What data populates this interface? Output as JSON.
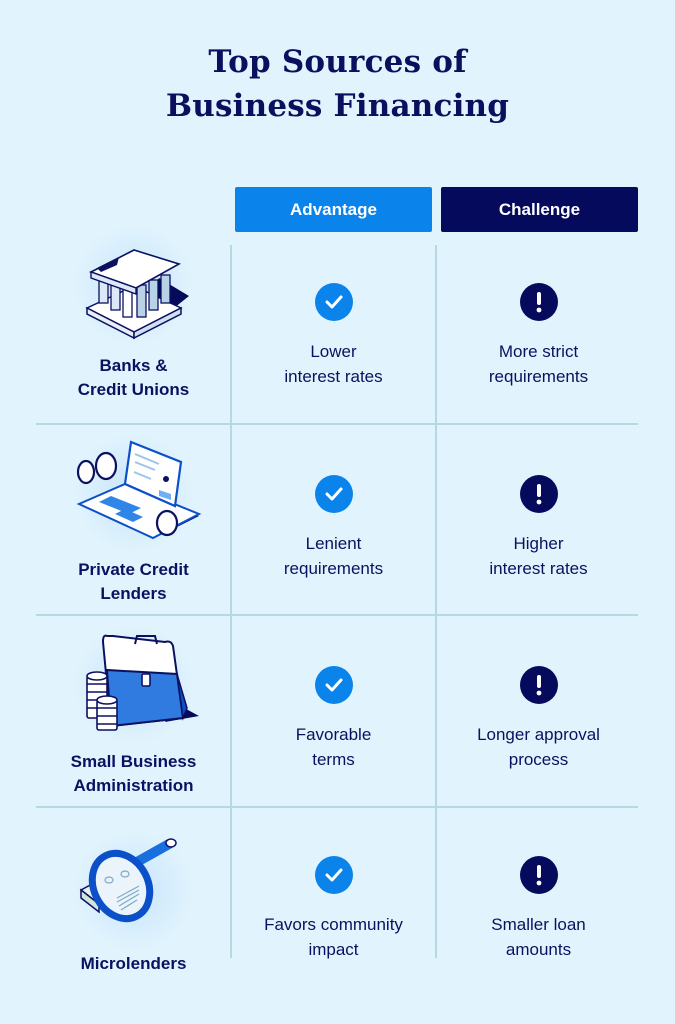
{
  "title": {
    "line1": "Top Sources of",
    "line2": "Business Financing"
  },
  "columns": {
    "advantage": "Advantage",
    "challenge": "Challenge"
  },
  "colors": {
    "background": "#E1F4FD",
    "advantage": "#0A84EA",
    "challenge": "#050A5C",
    "text": "#0B1160",
    "gridline": "#B6D8E4"
  },
  "rows": [
    {
      "icon": "bank-building-icon",
      "label_line1": "Banks &",
      "label_line2": "Credit Unions",
      "advantage_line1": "Lower",
      "advantage_line2": "interest rates",
      "challenge_line1": "More strict",
      "challenge_line2": "requirements"
    },
    {
      "icon": "laptop-coins-icon",
      "label_line1": "Private Credit",
      "label_line2": "Lenders",
      "advantage_line1": "Lenient",
      "advantage_line2": "requirements",
      "challenge_line1": "Higher",
      "challenge_line2": "interest rates"
    },
    {
      "icon": "briefcase-coins-icon",
      "label_line1": "Small Business",
      "label_line2": "Administration",
      "advantage_line1": "Favorable",
      "advantage_line2": "terms",
      "challenge_line1": "Longer approval",
      "challenge_line2": "process"
    },
    {
      "icon": "magnifying-glass-money-icon",
      "label_line1": "Microlenders",
      "label_line2": "",
      "advantage_line1": "Favors community",
      "advantage_line2": "impact",
      "challenge_line1": "Smaller loan",
      "challenge_line2": "amounts"
    }
  ]
}
